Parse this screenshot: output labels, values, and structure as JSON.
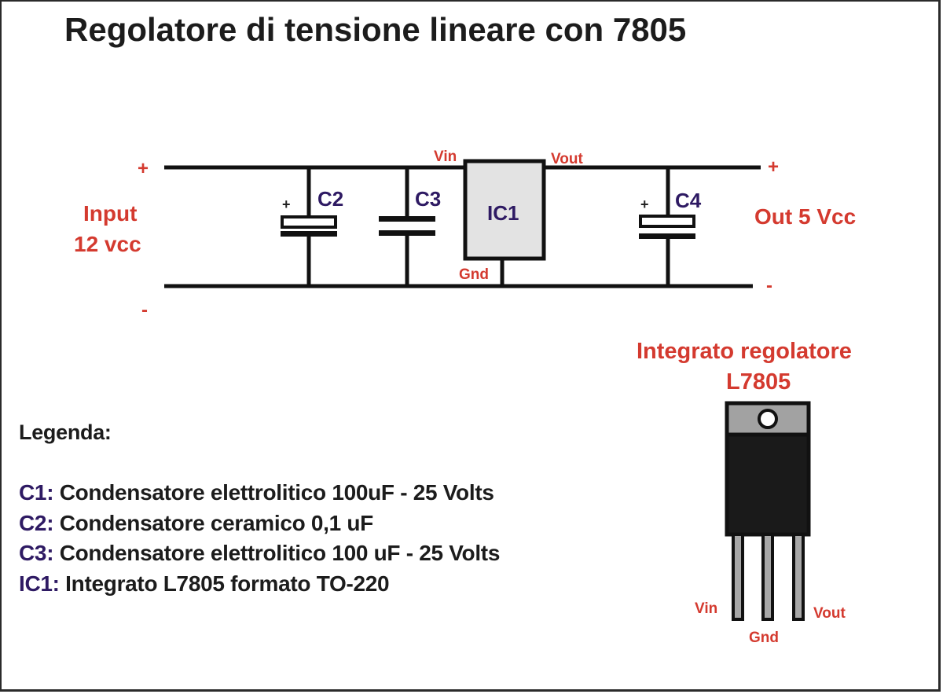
{
  "title": "Regolatore di tensione lineare con 7805",
  "colors": {
    "label_red": "#d43a2f",
    "component_purple": "#2e1a63",
    "wire": "#111111",
    "ic_fill": "#e3e3e3",
    "tab_gray": "#a2a2a2",
    "package_black": "#1a1a1a"
  },
  "schematic": {
    "input": {
      "plus": "+",
      "minus": "-",
      "label_line1": "Input",
      "label_line2": "12 vcc"
    },
    "output": {
      "plus": "+",
      "minus": "-",
      "label": "Out 5 Vcc"
    },
    "components": [
      {
        "ref": "C2",
        "type": "electrolytic",
        "polarity": "+"
      },
      {
        "ref": "C3",
        "type": "ceramic"
      },
      {
        "ref": "IC1",
        "type": "regulator",
        "pins": {
          "in": "Vin",
          "out": "Vout",
          "gnd": "Gnd"
        }
      },
      {
        "ref": "C4",
        "type": "electrolytic",
        "polarity": "+"
      }
    ]
  },
  "package": {
    "title_line1": "Integrato regolatore",
    "title_line2": "L7805",
    "pins": [
      "Vin",
      "Gnd",
      "Vout"
    ]
  },
  "legend": {
    "heading": "Legenda:",
    "items": [
      {
        "code": "C1:",
        "text": " Condensatore elettrolitico 100uF - 25 Volts"
      },
      {
        "code": "C2:",
        "text": " Condensatore ceramico 0,1 uF"
      },
      {
        "code": "C3:",
        "text": " Condensatore elettrolitico 100 uF - 25 Volts"
      },
      {
        "code": "IC1:",
        "text": " Integrato L7805 formato TO-220"
      }
    ]
  }
}
